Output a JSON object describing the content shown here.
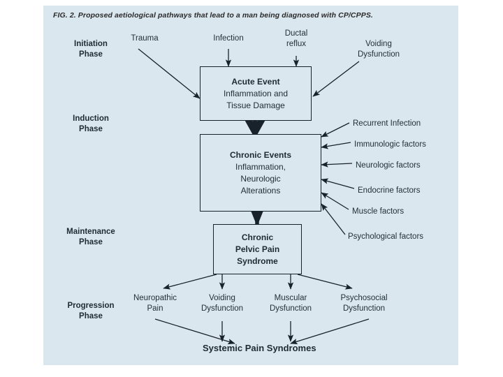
{
  "figure": {
    "caption": "FIG. 2. Proposed aetiological pathways that lead to a man being diagnosed with CP/CPPS.",
    "panel_color": "#dbe7ee",
    "stroke_color": "#18222b",
    "text_color": "#1d2b35"
  },
  "phases": [
    {
      "name": "initiation",
      "line1": "Initiation",
      "line2": "Phase"
    },
    {
      "name": "induction",
      "line1": "Induction",
      "line2": "Phase"
    },
    {
      "name": "maintenance",
      "line1": "Maintenance",
      "line2": "Phase"
    },
    {
      "name": "progression",
      "line1": "Progression",
      "line2": "Phase"
    }
  ],
  "initiation_triggers": [
    {
      "name": "trauma",
      "line1": "Trauma",
      "line2": ""
    },
    {
      "name": "infection",
      "line1": "Infection",
      "line2": ""
    },
    {
      "name": "ductal-reflux",
      "line1": "Ductal",
      "line2": "reflux"
    },
    {
      "name": "voiding-dysfunction",
      "line1": "Voiding",
      "line2": "Dysfunction"
    }
  ],
  "boxes": {
    "acute_event": {
      "lines": [
        "Acute Event",
        "Inflammation and",
        "Tissue Damage"
      ],
      "bold": [
        true,
        false,
        false
      ]
    },
    "chronic_events": {
      "lines": [
        "Chronic Events",
        "Inflammation,",
        "Neurologic",
        "Alterations"
      ],
      "bold": [
        true,
        false,
        false,
        false
      ]
    },
    "cpps": {
      "lines": [
        "Chronic",
        "Pelvic Pain",
        "Syndrome"
      ],
      "bold": [
        true,
        true,
        true
      ]
    }
  },
  "maintenance_factors": [
    {
      "name": "recurrent-infection",
      "label": "Recurrent Infection"
    },
    {
      "name": "immunologic-factors",
      "label": "Immunologic factors"
    },
    {
      "name": "neurologic-factors",
      "label": "Neurologic factors"
    },
    {
      "name": "endocrine-factors",
      "label": "Endocrine factors"
    },
    {
      "name": "muscle-factors",
      "label": "Muscle factors"
    },
    {
      "name": "psychological-factors",
      "label": "Psychological factors"
    }
  ],
  "progression_outcomes": [
    {
      "name": "neuropathic-pain",
      "line1": "Neuropathic",
      "line2": "Pain"
    },
    {
      "name": "voiding-dysfunction",
      "line1": "Voiding",
      "line2": "Dysfunction"
    },
    {
      "name": "muscular-dysfunction",
      "line1": "Muscular",
      "line2": "Dysfunction"
    },
    {
      "name": "psychosocial-dysfunction",
      "line1": "Psychosocial",
      "line2": "Dysfunction"
    }
  ],
  "terminal": {
    "label": "Systemic Pain Syndromes"
  }
}
